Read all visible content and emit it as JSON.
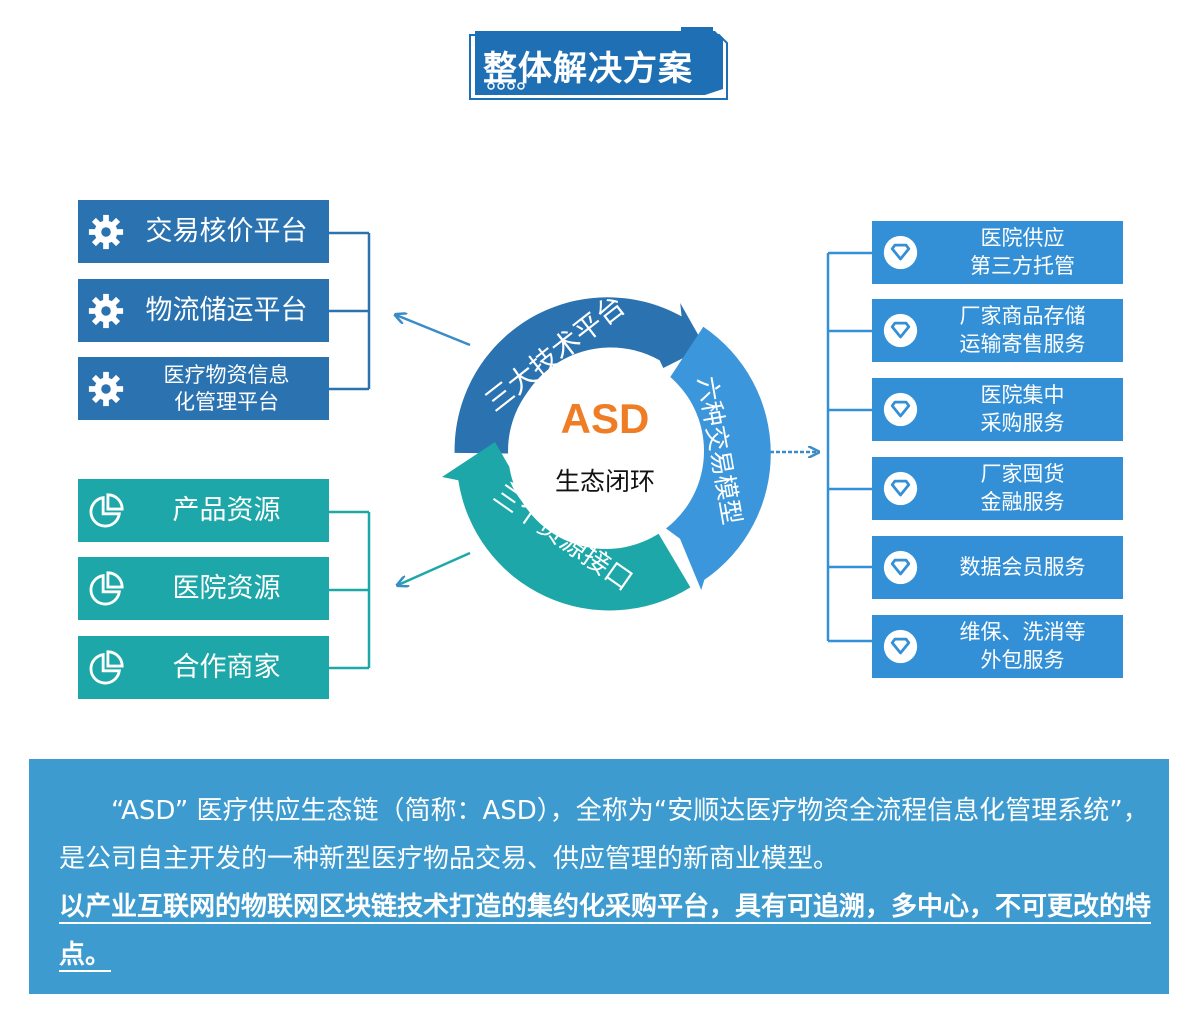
{
  "title": "整体解决方案",
  "center": {
    "logo": "ASD",
    "subtitle": "生态闭环",
    "ring_segments": [
      "三大技术平台",
      "六种交易模型",
      "三个资源接口"
    ]
  },
  "tech_platforms": [
    {
      "label": "交易核价平台",
      "icon": "gear-icon"
    },
    {
      "label": "物流储运平台",
      "icon": "gear-icon"
    },
    {
      "label": "医疗物资信息化管理平台",
      "line1": "医疗物资信息",
      "line2": "化管理平台",
      "icon": "gear-icon"
    }
  ],
  "resource_interfaces": [
    {
      "label": "产品资源",
      "icon": "pie-chart-icon"
    },
    {
      "label": "医院资源",
      "icon": "pie-chart-icon"
    },
    {
      "label": "合作商家",
      "icon": "pie-chart-icon"
    }
  ],
  "trade_models": [
    {
      "line1": "医院供应",
      "line2": "第三方托管",
      "icon": "diamond-badge-icon"
    },
    {
      "line1": "厂家商品存储",
      "line2": "运输寄售服务",
      "icon": "diamond-badge-icon"
    },
    {
      "line1": "医院集中",
      "line2": "采购服务",
      "icon": "diamond-badge-icon"
    },
    {
      "line1": "厂家囤货",
      "line2": "金融服务",
      "icon": "diamond-badge-icon"
    },
    {
      "line1": "数据会员服务",
      "line2": "",
      "icon": "diamond-badge-icon"
    },
    {
      "line1": "维保、洗消等",
      "line2": "外包服务",
      "icon": "diamond-badge-icon"
    }
  ],
  "description": {
    "paragraph1": "“ASD” 医疗供应生态链（简称：ASD），全称为“安顺达医疗物资全流程信息化管理系统”，是公司自主开发的一种新型医疗物品交易、供应管理的新商业模型。",
    "paragraph2": "以产业互联网的物联网区块链技术打造的集约化采购平台，具有可追溯，多中心，不可更改的特点。"
  },
  "colors": {
    "dark_blue": "#2a72b0",
    "mid_blue": "#3490d6",
    "teal": "#1da7a8",
    "orange": "#ef7d26",
    "desc_bg": "#3d9bd0"
  }
}
